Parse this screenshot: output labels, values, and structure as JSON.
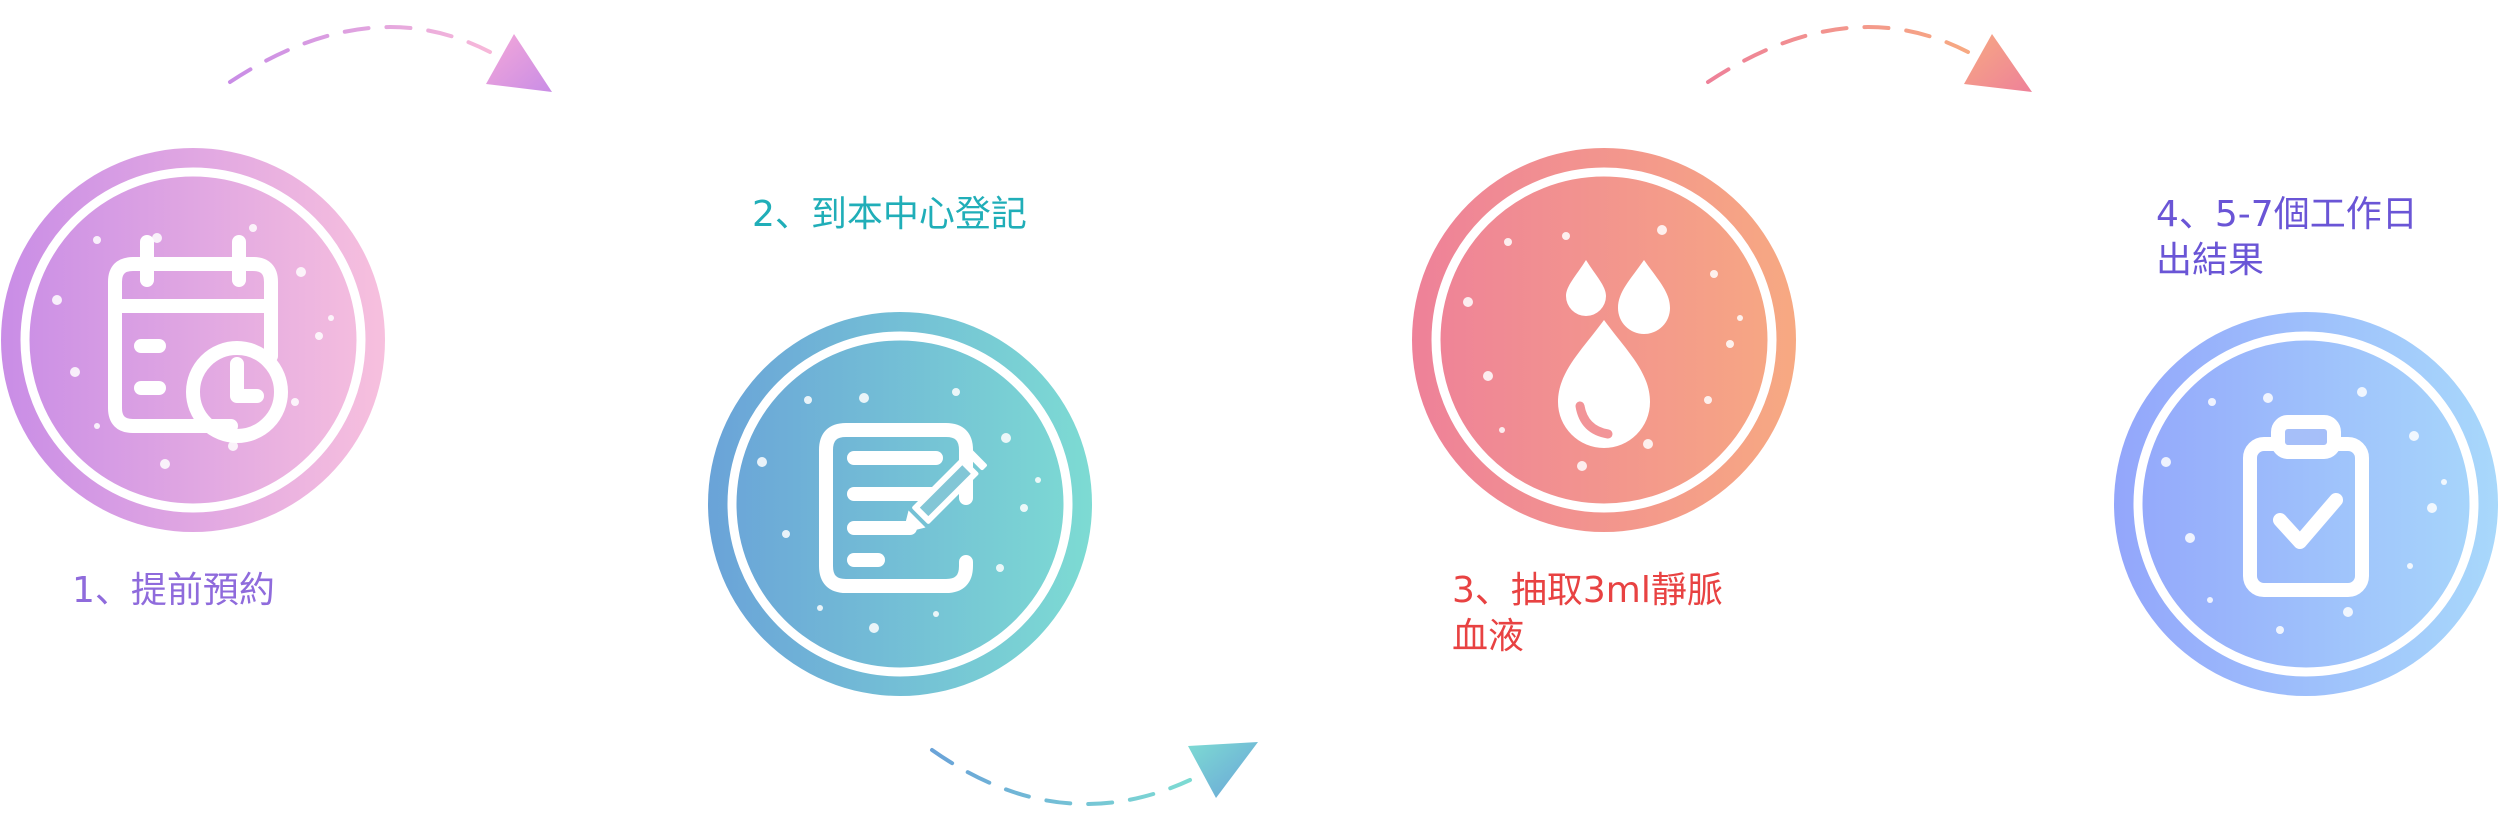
{
  "steps": [
    {
      "label": "1、提前預約",
      "icon": "calendar-clock-icon",
      "gradient": [
        "#c98de6",
        "#f7c0de"
      ],
      "text_color": "#8f6bdc"
    },
    {
      "label": "2、到本中心登記",
      "icon": "document-pen-icon",
      "gradient": [
        "#6aa3d8",
        "#7ddbd3"
      ],
      "text_color": "#20aeb8"
    },
    {
      "label": "3、抽取3ml靜脈\n血液",
      "icon": "blood-drops-icon",
      "gradient": [
        "#ee8199",
        "#f7a982"
      ],
      "text_color": "#e84242"
    },
    {
      "label": "4、5-7個工作日\n出結果",
      "icon": "clipboard-check-icon",
      "gradient": [
        "#93a6fb",
        "#a8d8fb"
      ],
      "text_color": "#6a55d6"
    }
  ],
  "arrows": [
    {
      "from": "1",
      "to": "2",
      "colors": [
        "#c98de6",
        "#f7b8d9"
      ]
    },
    {
      "from": "2",
      "to": "3",
      "colors": [
        "#6aa3d8",
        "#7ddbd3"
      ]
    },
    {
      "from": "3",
      "to": "4",
      "colors": [
        "#ee8199",
        "#f7a982"
      ]
    }
  ]
}
